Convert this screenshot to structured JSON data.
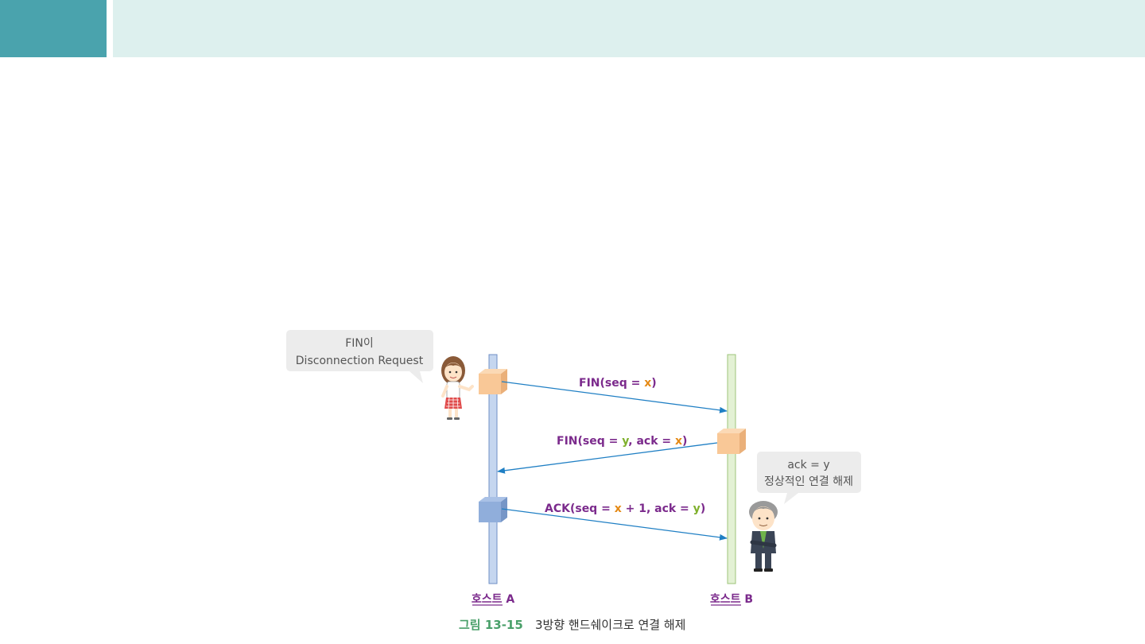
{
  "colors": {
    "header_accent": "#4aa3ad",
    "header_bar": "#ddf0ee",
    "message_purple": "#7b2a8c",
    "var_orange": "#e58a16",
    "var_green": "#7fb02c",
    "arrow_blue": "#1f7fc4",
    "host_a_line": "#c5d6ef",
    "host_b_line": "#e3f1d4",
    "segment_peach": "#f9c897",
    "segment_blue": "#90aedb"
  },
  "bubble_a": {
    "line1": "FIN이",
    "line2": "Disconnection Request"
  },
  "bubble_b": {
    "line1": "ack = y",
    "line2": "정상적인 연결 해제"
  },
  "messages": {
    "m1": {
      "p1": "FIN(seq = ",
      "v1": "x",
      "p2": ")"
    },
    "m2": {
      "p1": "FIN(seq = ",
      "v1": "y",
      "p2": ", ack = ",
      "v2": "x",
      "p3": ")"
    },
    "m3": {
      "p1": "ACK(seq = ",
      "v1": "x",
      "p2": " + 1, ack = ",
      "v2": "y",
      "p3": ")"
    }
  },
  "hosts": {
    "a": "호스트 A",
    "b": "호스트 B"
  },
  "caption": {
    "number": "그림 13-15",
    "text": "3방향 핸드쉐이크로 연결 해제"
  },
  "icons": {
    "host_a_character": "girl-icon",
    "host_b_character": "man-icon"
  }
}
